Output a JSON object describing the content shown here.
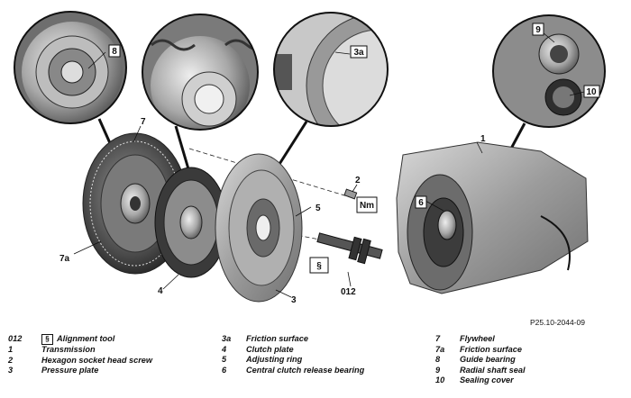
{
  "callouts": {
    "flywheel": "7",
    "flywheel_friction": "7a",
    "guide_bearing": "8",
    "friction_surface": "3a",
    "transmission": "1",
    "screw": "2",
    "pressure_plate": "3",
    "clutch_plate": "4",
    "adjusting_ring": "5",
    "release_bearing": "6",
    "alignment_tool": "012",
    "shaft_seal": "9",
    "sealing_cover": "10"
  },
  "torque_symbol": "Nm",
  "tool_symbol": "§",
  "figure_ref": "P25.10-2044-09",
  "legend": {
    "col1": [
      {
        "key": "012",
        "text": "Alignment tool",
        "icon": "tool-icon"
      },
      {
        "key": "1",
        "text": "Transmission"
      },
      {
        "key": "2",
        "text": "Hexagon socket head screw"
      },
      {
        "key": "3",
        "text": "Pressure plate"
      }
    ],
    "col2": [
      {
        "key": "3a",
        "text": "Friction surface"
      },
      {
        "key": "4",
        "text": "Clutch plate"
      },
      {
        "key": "5",
        "text": "Adjusting ring"
      },
      {
        "key": "6",
        "text": "Central clutch release bearing"
      }
    ],
    "col3": [
      {
        "key": "7",
        "text": "Flywheel"
      },
      {
        "key": "7a",
        "text": "Friction surface"
      },
      {
        "key": "8",
        "text": "Guide bearing"
      },
      {
        "key": "9",
        "text": "Radial shaft seal"
      },
      {
        "key": "10",
        "text": "Sealing cover"
      }
    ]
  }
}
